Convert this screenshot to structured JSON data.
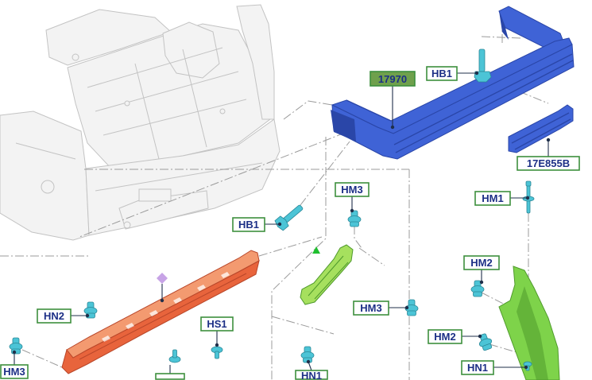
{
  "diagram": {
    "callouts": [
      {
        "label": "17970",
        "highlighted": true
      },
      {
        "label": "HB1"
      },
      {
        "label": "17E855B"
      },
      {
        "label": "HM3"
      },
      {
        "label": "HB1"
      },
      {
        "label": "HM1"
      },
      {
        "label": "HM2"
      },
      {
        "label": "HM3"
      },
      {
        "label": "HN2"
      },
      {
        "label": "HS1"
      },
      {
        "label": "HM2"
      },
      {
        "label": "HN1"
      },
      {
        "label": "HM3"
      },
      {
        "label": "HN1"
      }
    ],
    "markers": [
      "diamond-marker-icon",
      "triangle-marker-icon"
    ]
  },
  "colors": {
    "callout_border": "#3d8f3d",
    "callout_text": "#1c2f86",
    "callout_highlight": "#6fa04c",
    "leader": "#1f2f4a",
    "dash": "#9b9b9b",
    "body_fill": "#f3f3f3",
    "body_stroke": "#c3c3c3",
    "beam": "#3f63d6",
    "beam_dark": "#2a46a8",
    "absorber": "#e8643c",
    "absorber_dark": "#b9472a",
    "absorber_light": "#f39a70",
    "bracket_green": "#a6e05e",
    "panel_green": "#7ed34a",
    "green_dark": "#4f9a2c",
    "fastener": "#4cc4d6",
    "fastener_dark": "#2a8797",
    "marker_purple": "#c7a3e6",
    "marker_green": "#1fbf2f"
  }
}
